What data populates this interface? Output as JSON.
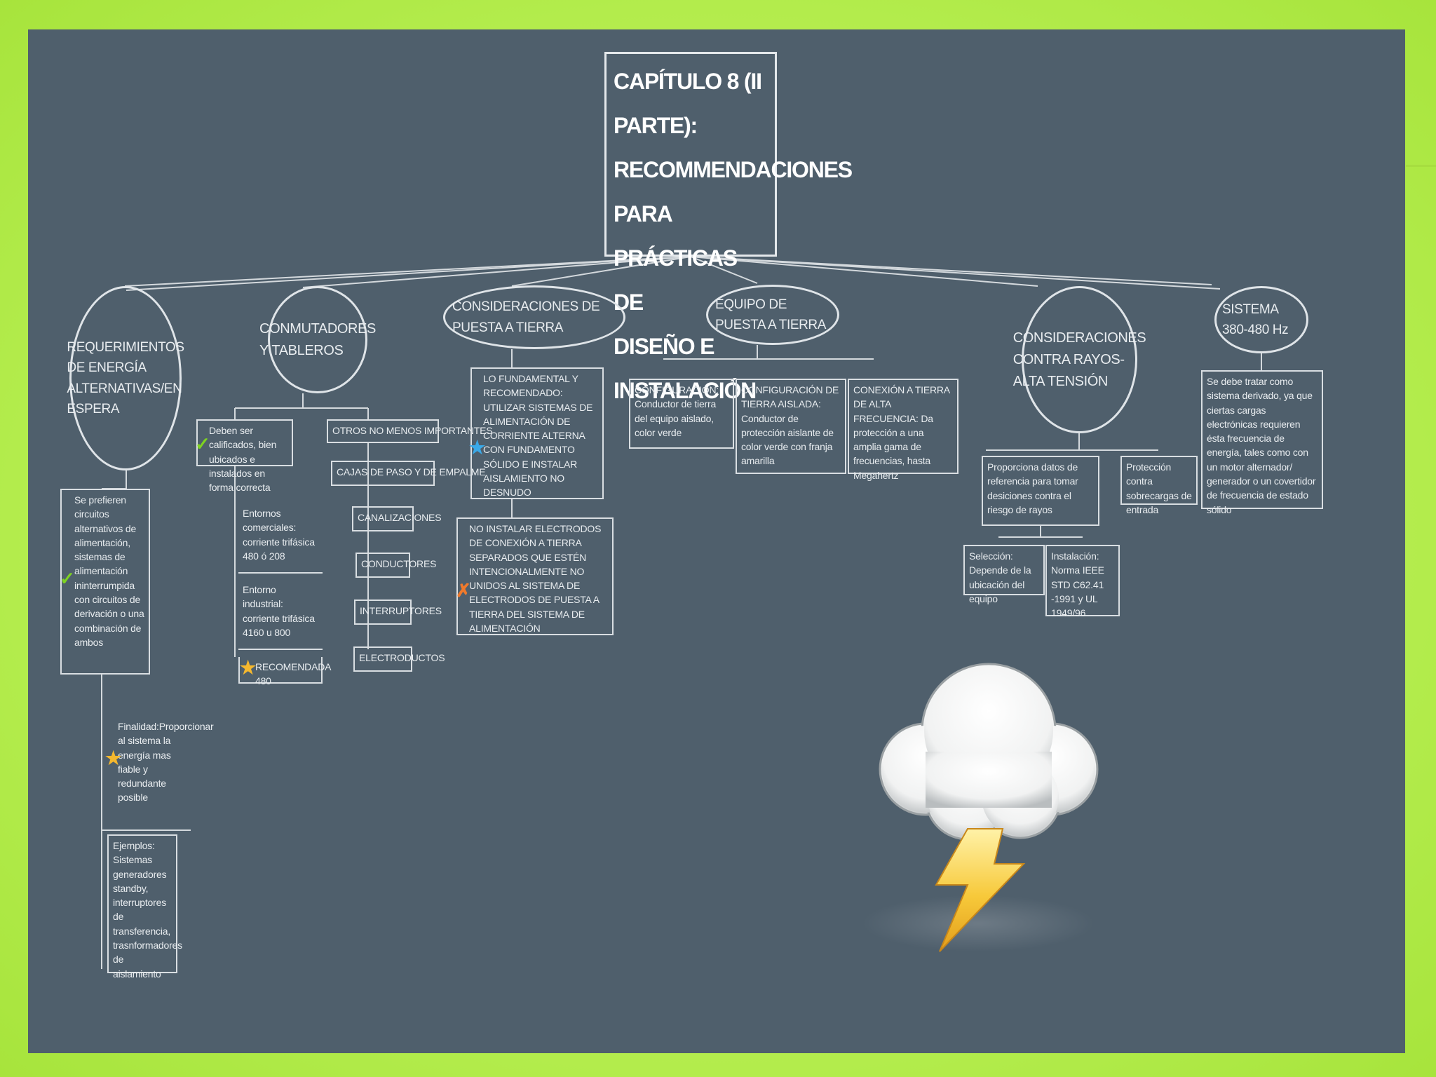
{
  "title": [
    "CAPÍTULO 8 (II PARTE):",
    "RECOMMENDACIONES",
    "PARA PRÁCTICAS DE",
    "DISEÑO E INSTALACIÓN"
  ],
  "branches": {
    "energia": {
      "label": "REQUERIMIENTOS DE ENERGÍA ALTERNATIVAS/EN ESPERA",
      "detail": "Se prefieren circuitos alternativos de alimentación, sistemas de alimentación ininterrumpida con circuitos de derivación o una combinación de ambos",
      "finalidad": "Finalidad:Proporcionar al sistema la energía mas fiable y redundante posible",
      "ejemplos": "Ejemplos: Sistemas generadores standby, interruptores de transferencia, trasnformadores de aislamiento"
    },
    "conmutadores": {
      "label": "CONMUTADORES Y TABLEROS",
      "calificados": "Deben ser calificados, bien ubicados e instalados en forma correcta",
      "comerciales": "Entornos comerciales: corriente trifásica 480 ó 208",
      "industrial": "Entorno industrial: corriente trifásica 4160 u 800",
      "recomendada": "RECOMENDADA 480",
      "otros": "OTROS NO MENOS IMPORTANTES",
      "items": [
        "CAJAS DE PASO Y DE EMPALME",
        "CANALIZACIONES",
        "CONDUCTORES",
        "INTERRUPTORES",
        "ELECTRODUCTOS"
      ]
    },
    "puesta": {
      "label": "CONSIDERACIONES DE PUESTA A TIERRA",
      "fundamental": "LO FUNDAMENTAL Y RECOMENDADO: UTILIZAR SISTEMAS DE ALIMENTACIÓN DE CORRIENTE ALTERNA CON FUNDAMENTO SÓLIDO E INSTALAR AISLAMIENTO NO DESNUDO",
      "no_instalar": "NO INSTALAR ELECTRODOS DE CONEXIÓN A TIERRA SEPARADOS QUE ESTÉN INTENCIONALMENTE NO UNIDOS AL SISTEMA DE ELECTRODOS DE PUESTA A TIERRA DEL SISTEMA DE ALIMENTACIÓN"
    },
    "equipo": {
      "label": "EQUIPO DE PUESTA A TIERRA",
      "configuracion": "CONFIGURACIÓN: Conductor de tierra del equipo aislado, color verde",
      "aislada": "CONFIGURACIÓN DE TIERRA AISLADA: Conductor de protección aislante de color verde con franja amarilla",
      "frecuencia": "CONEXIÓN A TIERRA DE ALTA FRECUENCIA: Da protección a una amplia gama de frecuencias, hasta Megahertz"
    },
    "rayos": {
      "label": "CONSIDERACIONES CONTRA RAYOS- ALTA TENSIÓN",
      "datos": "Proporciona datos de referencia para tomar desiciones contra el riesgo de rayos",
      "proteccion": "Protección contra sobrecargas de entrada",
      "seleccion": "Selección: Depende de la ubicación del equipo",
      "instalacion": "Instalación: Norma IEEE STD C62.41 -1991 y UL 1949/96"
    },
    "sistema": {
      "label": "SISTEMA 380-480 Hz",
      "detail": "Se debe tratar como sistema derivado, ya que ciertas cargas electrónicas requieren ésta frecuencia de energía, tales como con un motor alternador/ generador o un covertidor de frecuencia de estado sólido"
    }
  },
  "icons": [
    "check-icon",
    "star-icon",
    "x-mark-icon",
    "storm-cloud-icon"
  ]
}
